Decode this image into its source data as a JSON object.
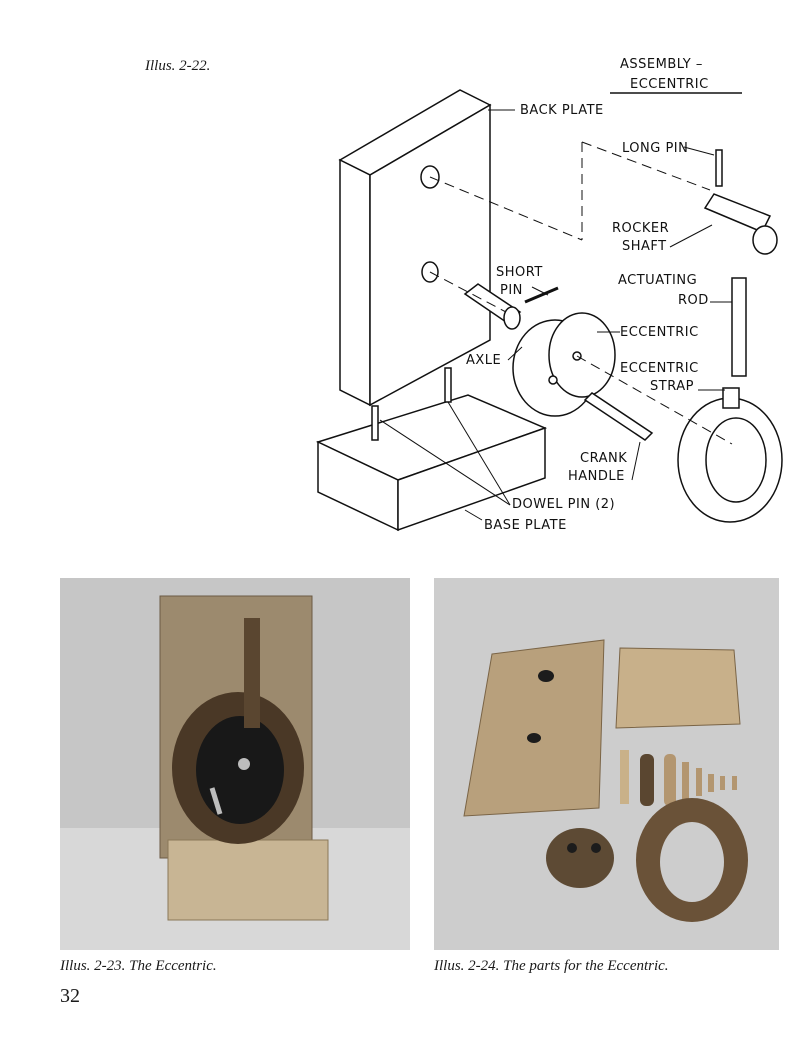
{
  "header": {
    "illus_label": "Illus. 2-22."
  },
  "drawing": {
    "title_line1": "ASSEMBLY –",
    "title_line2": "ECCENTRIC",
    "labels": {
      "back_plate": "BACK PLATE",
      "long_pin": "LONG PIN",
      "rocker_shaft_1": "ROCKER",
      "rocker_shaft_2": "SHAFT",
      "short_pin_1": "SHORT",
      "short_pin_2": "PIN",
      "actuating_rod_1": "ACTUATING",
      "actuating_rod_2": "ROD",
      "eccentric": "ECCENTRIC",
      "axle": "AXLE",
      "eccentric_strap_1": "ECCENTRIC",
      "eccentric_strap_2": "STRAP",
      "crank_handle_1": "CRANK",
      "crank_handle_2": "HANDLE",
      "dowel_pin": "DOWEL PIN (2)",
      "base_plate": "BASE PLATE"
    }
  },
  "photos": {
    "left_caption": "Illus. 2-23. The Eccentric.",
    "right_caption": "Illus. 2-24. The parts for the Eccentric."
  },
  "page_number": "32"
}
